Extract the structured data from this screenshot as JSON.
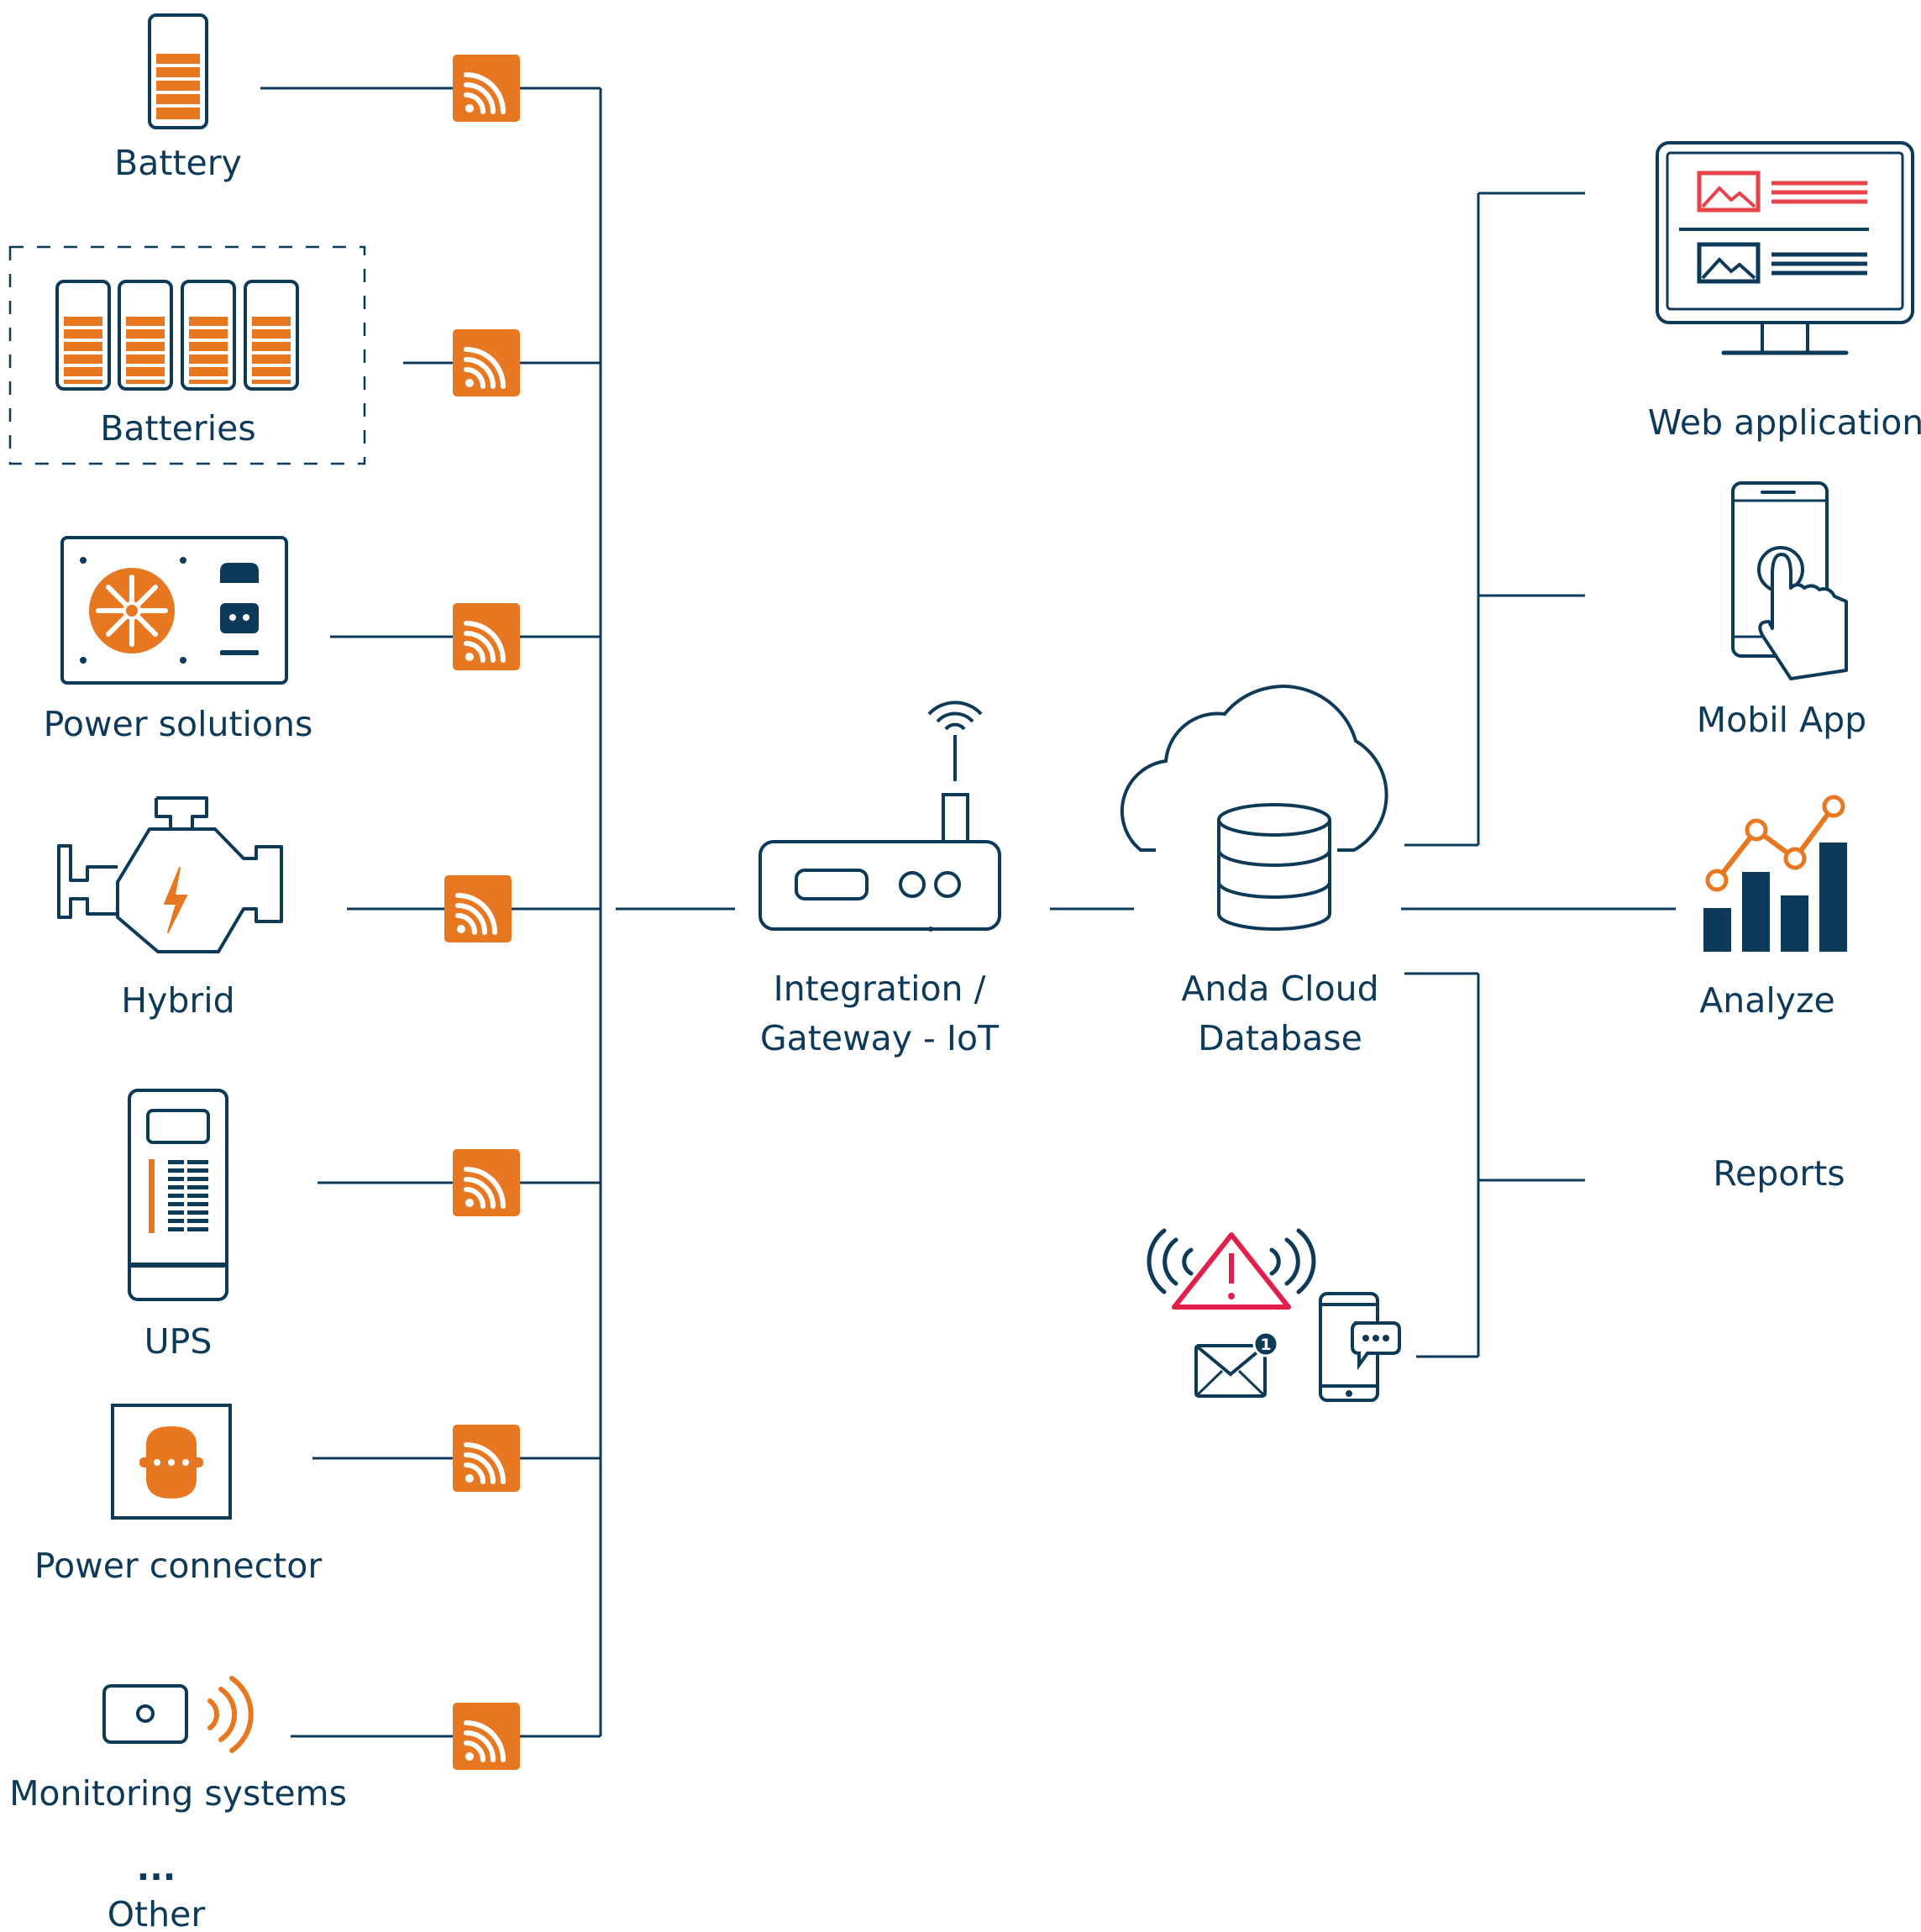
{
  "colors": {
    "navy": "#0d3a58",
    "orange": "#e87722",
    "red": "#e8434a",
    "alert_red": "#e0204a",
    "white": "#ffffff"
  },
  "devices": [
    {
      "label": "Battery",
      "icon": "battery-icon"
    },
    {
      "label": "Batteries",
      "icon": "batteries-icon"
    },
    {
      "label": "Power solutions",
      "icon": "power-solutions-icon"
    },
    {
      "label": "Hybrid",
      "icon": "engine-icon"
    },
    {
      "label": "UPS",
      "icon": "ups-icon"
    },
    {
      "label": "Power connector",
      "icon": "power-socket-icon"
    },
    {
      "label": "Monitoring systems",
      "icon": "monitoring-sensor-icon"
    },
    {
      "label": "Other",
      "ellipsis": "..."
    }
  ],
  "wireless_badge_icon": "wireless-signal-icon",
  "gateway": {
    "label_line1": "Integration /",
    "label_line2": "Gateway - IoT",
    "icon": "router-icon"
  },
  "cloud": {
    "label_line1": "Anda Cloud",
    "label_line2": "Database",
    "icon": "cloud-database-icon"
  },
  "outputs": [
    {
      "label": "Web application",
      "icon": "monitor-icon"
    },
    {
      "label": "Mobil App",
      "icon": "smartphone-touch-icon"
    },
    {
      "label": "Analyze",
      "icon": "bar-line-chart-icon"
    },
    {
      "label": "Reports"
    }
  ],
  "alerts": {
    "icons": [
      "alarm-warning-icon",
      "email-icon",
      "phone-message-icon"
    ],
    "badge_count": "1"
  }
}
